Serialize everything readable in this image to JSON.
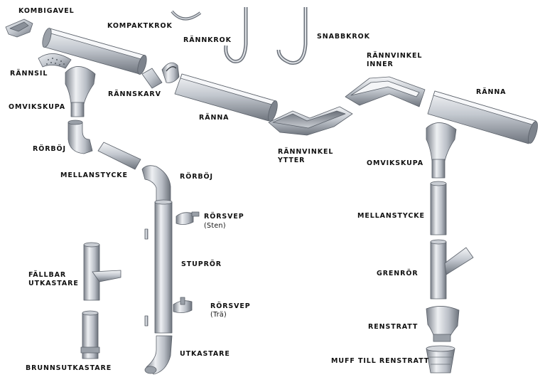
{
  "labels": {
    "kombigavel": "KOMBIGAVEL",
    "kompaktkrok": "KOMPAKTKROK",
    "rannkrok": "RÄNNKROK",
    "snabbkrok": "SNABBKROK",
    "rannvinkel_inner_1": "RÄNNVINKEL",
    "rannvinkel_inner_2": "INNER",
    "rannsil": "RÄNNSIL",
    "rannskarv": "RÄNNSKARV",
    "ranna_left": "RÄNNA",
    "ranna_right": "RÄNNA",
    "omvikskupa_left": "OMVIKSKUPA",
    "omvikskupa_right": "OMVIKSKUPA",
    "rorboj_upper": "RÖRBÖJ",
    "rorboj_lower": "RÖRBÖJ",
    "rannvinkel_ytter_1": "RÄNNVINKEL",
    "rannvinkel_ytter_2": "YTTER",
    "mellanstycke_left": "MELLANSTYCKE",
    "mellanstycke_right": "MELLANSTYCKE",
    "rorsvep_sten": "RÖRSVEP",
    "rorsvep_sten_note": "(Sten)",
    "stupror": "STUPRÖR",
    "fallbar_1": "FÄLLBAR",
    "fallbar_2": "UTKASTARE",
    "grenror": "GRENRÖR",
    "rorsvep_tra": "RÖRSVEP",
    "rorsvep_tra_note": "(Trä)",
    "renstratt": "RENSTRATT",
    "utkastare": "UTKASTARE",
    "muff": "MUFF TILL RENSTRATT",
    "brunnsutkastare": "BRUNNSUTKASTARE"
  },
  "colors": {
    "metal_light": "#eef0f3",
    "metal_mid": "#b9bec6",
    "metal_dark": "#6e747d",
    "outline": "#5a6069",
    "label": "#111111"
  }
}
